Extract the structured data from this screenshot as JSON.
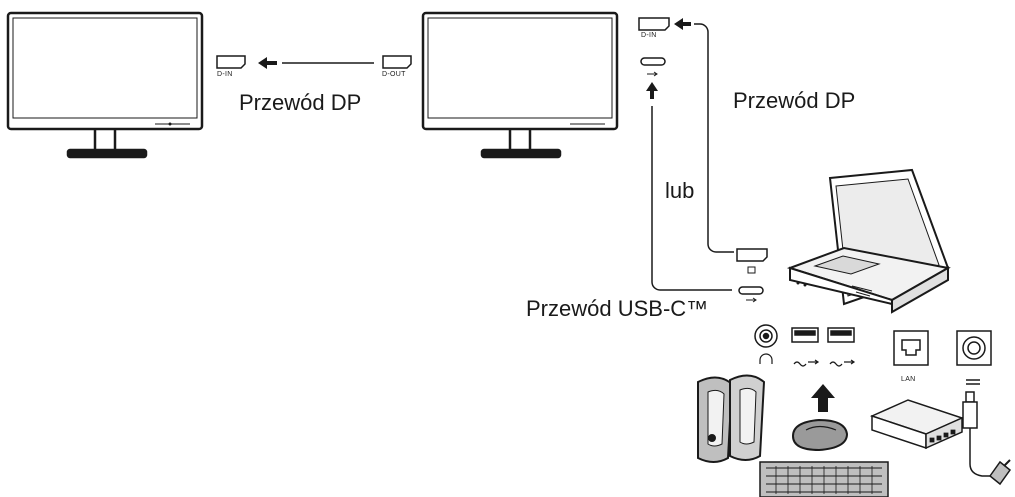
{
  "labels": {
    "cable_dp_left": "Przewód DP",
    "cable_dp_right": "Przewód DP",
    "or_label": "lub",
    "cable_usbc": "Przewód USB-C™"
  },
  "ports": {
    "dp_in_left": "D-IN",
    "dp_out": "D-OUT",
    "dp_in_right": "D-IN",
    "lan": "LAN"
  },
  "colors": {
    "stroke": "#1a1a1a",
    "fill_light": "#f2f2f2",
    "fill_mid": "#bfbfbf"
  }
}
